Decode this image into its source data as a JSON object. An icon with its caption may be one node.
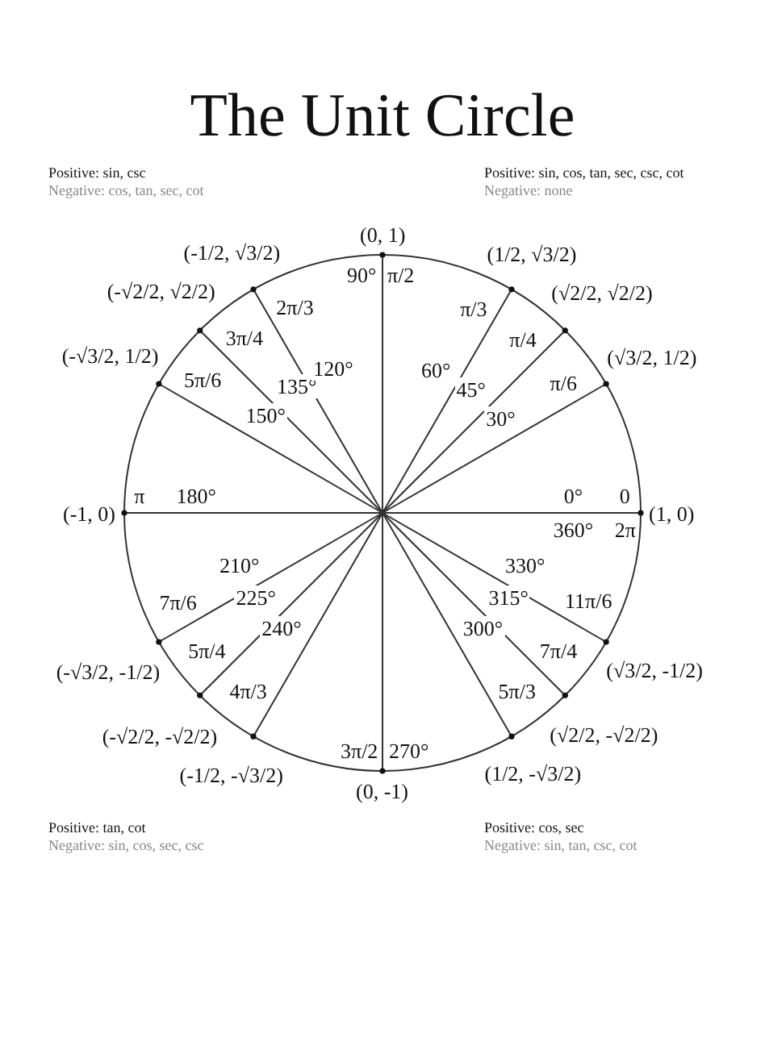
{
  "diagram": {
    "title": "The Unit Circle",
    "labels": [
      "Positive: sin, csc",
      "Negative: cos, tan, sec, cot",
      "Positive: sin, cos, tan, sec, csc, cot",
      "Negative: none",
      "(0, 1)",
      "π/2",
      "90°",
      "(1/2, √3/2)",
      "π/3",
      "60°",
      "(√2/2, √2/2)",
      "π/4",
      "45°",
      "(√3/2, 1/2)",
      "π/6",
      "30°",
      "(1, 0)",
      "0",
      "2π",
      "0°",
      "360°",
      "(√3/2, -1/2)",
      "11π/6",
      "330°",
      "(√2/2, -√2/2)",
      "7π/4",
      "315°",
      "(1/2, -√3/2)",
      "5π/3",
      "300°",
      "(0, -1)",
      "3π/2",
      "270°",
      "(-1/2, -√3/2)",
      "4π/3",
      "240°",
      "(-√2/2, -√2/2)",
      "5π/4",
      "225°",
      "(-√3/2, -1/2)",
      "7π/6",
      "210°",
      "(-1, 0)",
      "π",
      "180°",
      "(-√3/2, 1/2)",
      "5π/6",
      "150°",
      "(-√2/2, √2/2)",
      "3π/4",
      "135°",
      "(-1/2, √3/2)",
      "2π/3",
      "120°",
      "Positive: tan, cot",
      "Negative: sin, cos, sec, csc",
      "Positive: cos, sec",
      "Negative: sin, tan, csc, cot"
    ]
  }
}
